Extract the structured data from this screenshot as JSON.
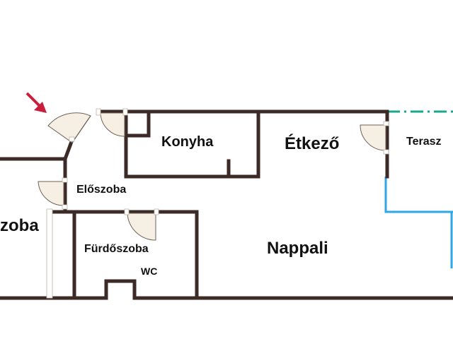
{
  "rooms": {
    "konyha": "Konyha",
    "etkezo": "Étkező",
    "terasz": "Terasz",
    "eloszoba": "Előszoba",
    "szoba": "zoba",
    "furdoszoba": "Fürdőszoba",
    "wc": "WC",
    "nappali": "Nappali"
  },
  "colors": {
    "wall": "#3b2a26",
    "door_leaf": "#f6efe4",
    "glass_wall": "#2ea6e8",
    "terrace_border": "#1aa88a",
    "entrance_arrow": "#c8203c"
  },
  "icons": {
    "entrance": "entrance-arrow-icon"
  }
}
